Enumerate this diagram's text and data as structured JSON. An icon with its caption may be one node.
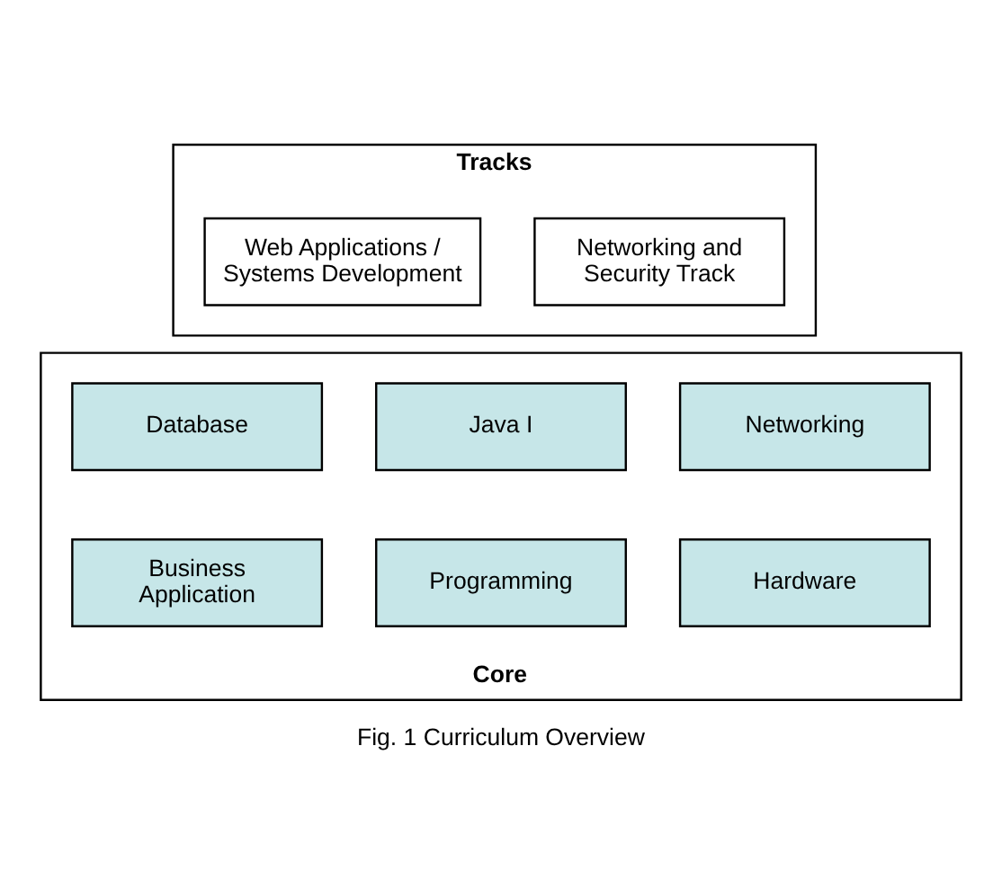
{
  "diagram": {
    "caption": "Fig. 1 Curriculum Overview",
    "nodes": [
      {
        "text": [
          "Tracks"
        ]
      },
      {
        "text": [
          "Networking and Security Track"
        ],
        "in": 0
      },
      {
        "text": [
          "Web Applications / Systems Development"
        ],
        "in": 0
      },
      {
        "text": [
          "Core"
        ]
      },
      {
        "text": [
          "Networking"
        ],
        "in": 3
      },
      {
        "text": [
          "Java I"
        ],
        "in": 3
      },
      {
        "text": [
          "Database"
        ],
        "in": 3
      },
      {
        "text": [
          "Hardware"
        ],
        "in": 3
      },
      {
        "text": [
          "Programming"
        ],
        "in": 3
      },
      {
        "text": [
          "Business Application"
        ],
        "in": 3
      }
    ],
    "edges": []
  }
}
